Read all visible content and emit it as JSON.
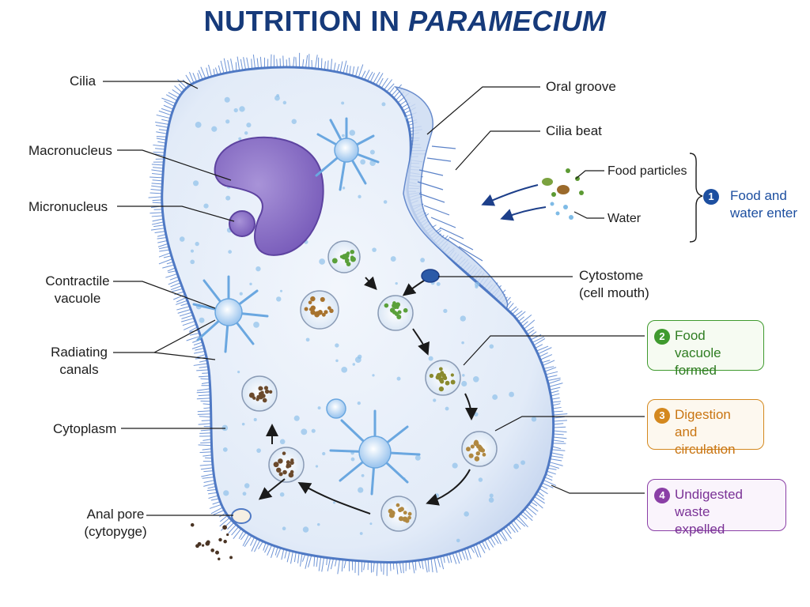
{
  "title_plain": "NUTRITION IN",
  "title_italic": "PARAMECIUM",
  "labels": {
    "cilia": "Cilia",
    "macronucleus": "Macronucleus",
    "micronucleus": "Micronucleus",
    "contractile_vacuole_1": "Contractile",
    "contractile_vacuole_2": "vacuole",
    "radiating_canals_1": "Radiating",
    "radiating_canals_2": "canals",
    "cytoplasm": "Cytoplasm",
    "anal_pore_1": "Anal pore",
    "anal_pore_2": "(cytopyge)",
    "oral_groove": "Oral groove",
    "cilia_beat": "Cilia beat",
    "food_particles": "Food particles",
    "water": "Water",
    "cytostome_1": "Cytostome",
    "cytostome_2": "(cell mouth)"
  },
  "steps": [
    {
      "num": "1",
      "line1": "Food and",
      "line2": "water enter",
      "color": "#1d4fa0"
    },
    {
      "num": "2",
      "line1": "Food vacuole",
      "line2": "formed",
      "color": "#3f9a2e"
    },
    {
      "num": "3",
      "line1": "Digestion and",
      "line2": "circulation",
      "color": "#d4881e"
    },
    {
      "num": "4",
      "line1": "Undigested waste",
      "line2": "expelled",
      "color": "#8a3fa6"
    }
  ],
  "colors": {
    "membrane": "#6f95d6",
    "cytoplasm": "#e8f0fa",
    "nucleus": "#8c73c9",
    "title": "#163a7a"
  }
}
